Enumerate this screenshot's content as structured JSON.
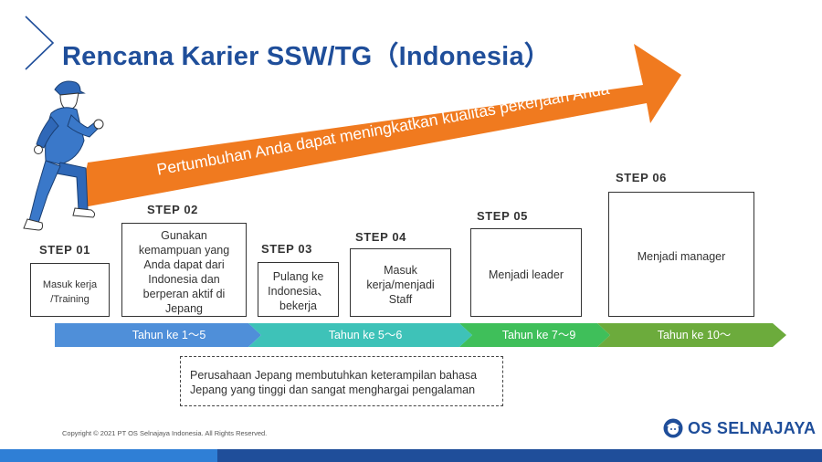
{
  "header": {
    "title": "Rencana Karier SSW/TG（Indonesia）"
  },
  "arrow": {
    "text": "Pertumbuhan Anda dapat meningkatkan kualitas pekerjaan Anda",
    "color": "#f07a1f"
  },
  "steps": [
    {
      "label": "STEP 01",
      "text": "Masuk kerja\n/Training"
    },
    {
      "label": "STEP 02",
      "text": "Gunakan\nkemampuan yang\nAnda dapat dari\nIndonesia dan\nberperan aktif di\nJepang"
    },
    {
      "label": "STEP 03",
      "text": "Pulang ke\nIndonesia、\nbekerja"
    },
    {
      "label": "STEP 04",
      "text": "Masuk\nkerja/menjadi\nStaff"
    },
    {
      "label": "STEP 05",
      "text": "Menjadi leader"
    },
    {
      "label": "STEP 06",
      "text": "Menjadi manager"
    }
  ],
  "timeline": [
    {
      "label": "Tahun ke 1〜5",
      "color": "#4f8fd9"
    },
    {
      "label": "Tahun ke 5〜6",
      "color": "#3ec2b8"
    },
    {
      "label": "Tahun ke 7〜9",
      "color": "#3fbf5a"
    },
    {
      "label": "Tahun ke 10〜",
      "color": "#6cab3c"
    }
  ],
  "note": {
    "text": "Perusahaan Jepang membutuhkan keterampilan bahasa\nJepang yang tinggi dan sangat menghargai pengalaman"
  },
  "footer": {
    "copyright": "Copyright © 2021 PT OS Selnajaya Indonesia. All Rights Reserved.",
    "logo_text": "OS SELNAJAYA"
  }
}
